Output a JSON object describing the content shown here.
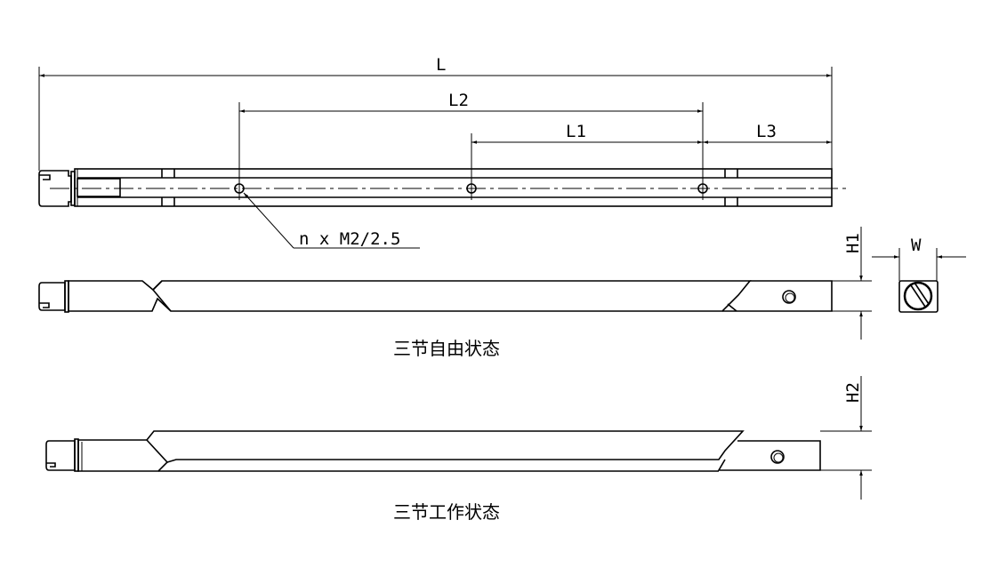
{
  "dimensions": {
    "L": "L",
    "L1": "L1",
    "L2": "L2",
    "L3": "L3",
    "H1": "H1",
    "H2": "H2",
    "W": "W"
  },
  "callout": "n x M2/2.5",
  "captions": {
    "free_state": "三节自由状态",
    "working_state": "三节工作状态"
  }
}
